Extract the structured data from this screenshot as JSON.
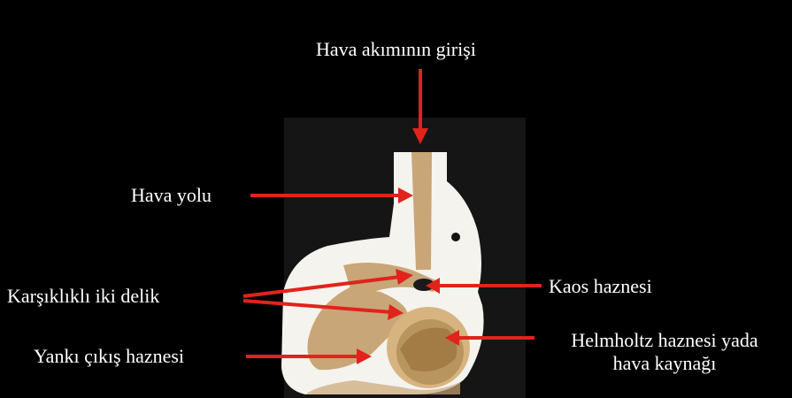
{
  "labels": {
    "air_inlet": "Hava akımının girişi",
    "air_path": "Hava yolu",
    "opposing_holes": "Karşıklıklı iki delik",
    "echo_chamber": "Yankı çıkış haznesi",
    "chaos_chamber": "Kaos haznesi",
    "helmholtz_line1": "Helmholtz haznesi yada",
    "helmholtz_line2": "hava kaynağı"
  },
  "colors": {
    "background": "#000000",
    "photo_background": "#151515",
    "arrow": "#e1231b",
    "text": "#ffffff",
    "clay_white": "#f4f3ee",
    "clay_interior": "#c9a677"
  }
}
